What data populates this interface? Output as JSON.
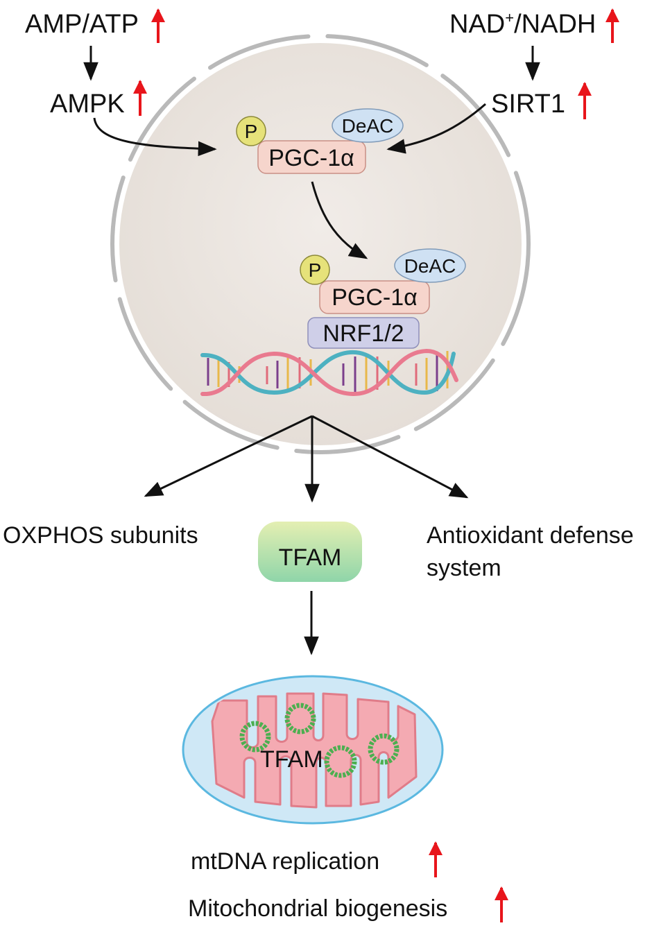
{
  "inputs": {
    "amp_atp": "AMP/ATP",
    "nad_prefix": "NAD",
    "nad_sup": "+",
    "nad_suffix": "/NADH",
    "ampk": "AMPK",
    "sirt1": "SIRT1"
  },
  "complex_top": {
    "p_label": "P",
    "deac_label": "DeAC",
    "pgc_label": "PGC-1α"
  },
  "complex_bottom": {
    "p_label": "P",
    "deac_label": "DeAC",
    "pgc_label": "PGC-1α",
    "nrf_label": "NRF1/2"
  },
  "outputs": {
    "oxphos": "OXPHOS subunits",
    "tfam": "TFAM",
    "antioxidant_line1": "Antioxidant defense",
    "antioxidant_line2": "system"
  },
  "mitochondrion": {
    "tfam_label": "TFAM"
  },
  "results": {
    "mtdna": "mtDNA  replication",
    "biogenesis": "Mitochondrial biogenesis"
  },
  "colors": {
    "up_arrow": "#e8151b",
    "nucleus_fill": "#ece6e1",
    "nucleus_border": "#b8b8b8",
    "p_circle": "#e6e27a",
    "deac_ellipse": "#cfe1f3",
    "pgc_box": "#f6d5cc",
    "nrf_box": "#cfcfe8",
    "tfam_box_top": "#ddecb0",
    "tfam_box_bottom": "#92d6a8",
    "mito_outer": "#c9e6f5",
    "mito_inner": "#f2a2ab",
    "mtdna_ring": "#4caf50"
  }
}
